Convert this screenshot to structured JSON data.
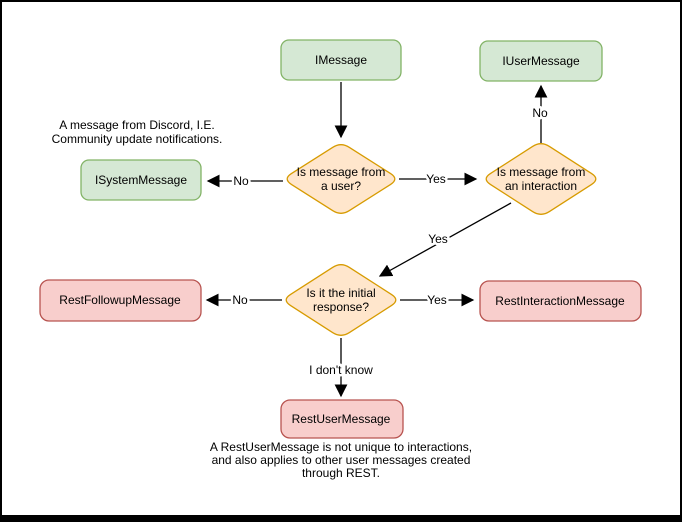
{
  "diagram": {
    "nodes": {
      "imessage": "IMessage",
      "iusermessage": "IUserMessage",
      "isystemmessage": "ISystemMessage",
      "restfollowupmessage": "RestFollowupMessage",
      "restinteractionmessage": "RestInteractionMessage",
      "restusermessage": "RestUserMessage"
    },
    "decisions": {
      "from_user": {
        "line1": "Is message from",
        "line2": "a user?"
      },
      "from_interaction": {
        "line1": "Is message from",
        "line2": "an interaction"
      },
      "initial_response": {
        "line1": "Is it the initial",
        "line2": "response?"
      }
    },
    "edge_labels": {
      "from_user_no": "No",
      "from_user_yes": "Yes",
      "from_interaction_no": "No",
      "from_interaction_yes": "Yes",
      "initial_no": "No",
      "initial_yes": "Yes",
      "initial_unknown": "I don't know"
    },
    "notes": {
      "system_message": {
        "line1": "A message from Discord, I.E.",
        "line2": "Community update notifications."
      },
      "rest_user_message": {
        "line1": "A RestUserMessage is not unique to interactions,",
        "line2": "and also applies to other user messages created",
        "line3": "through REST."
      }
    },
    "colors": {
      "interface_fill": "#d5e8d4",
      "interface_stroke": "#82b366",
      "decision_fill": "#ffe6cc",
      "decision_stroke": "#d79b00",
      "rest_fill": "#f8cecc",
      "rest_stroke": "#b85450",
      "edge": "#000000",
      "background": "#ffffff",
      "border": "#000000"
    }
  }
}
